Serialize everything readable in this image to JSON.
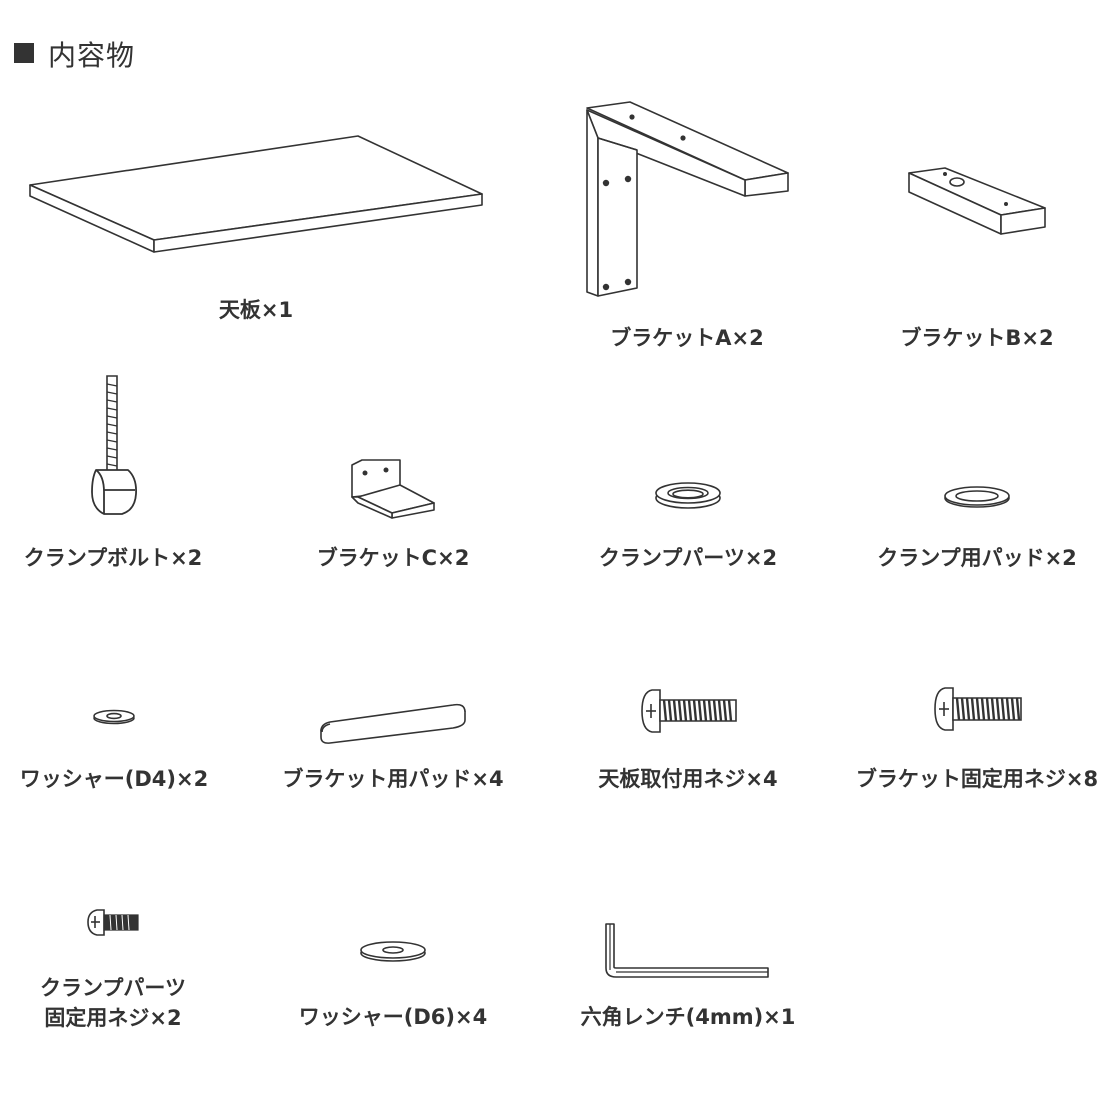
{
  "header": {
    "title": "内容物"
  },
  "parts": [
    {
      "id": "tabletop",
      "label": "天板×1"
    },
    {
      "id": "bracket-a",
      "label": "ブラケットA×2"
    },
    {
      "id": "bracket-b",
      "label": "ブラケットB×2"
    },
    {
      "id": "clamp-bolt",
      "label": "クランプボルト×2"
    },
    {
      "id": "bracket-c",
      "label": "ブラケットC×2"
    },
    {
      "id": "clamp-part",
      "label": "クランプパーツ×2"
    },
    {
      "id": "clamp-pad",
      "label": "クランプ用パッド×2"
    },
    {
      "id": "washer-d4",
      "label": "ワッシャー(D4)×2"
    },
    {
      "id": "bracket-pad",
      "label": "ブラケット用パッド×4"
    },
    {
      "id": "tabletop-screw",
      "label": "天板取付用ネジ×4"
    },
    {
      "id": "bracket-screw",
      "label": "ブラケット固定用ネジ×8"
    },
    {
      "id": "clamp-part-screw",
      "label_line1": "クランプパーツ",
      "label_line2": "固定用ネジ×2"
    },
    {
      "id": "washer-d6",
      "label": "ワッシャー(D6)×4"
    },
    {
      "id": "hex-wrench",
      "label": "六角レンチ(4mm)×1"
    }
  ]
}
